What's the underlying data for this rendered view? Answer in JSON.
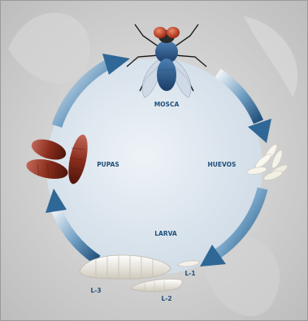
{
  "diagram": {
    "stages": {
      "adult": "MOSCA",
      "eggs": "HUEVOS",
      "larva": "LARVA",
      "pupae": "PUPAS"
    },
    "instars": {
      "first": "L-1",
      "second": "L-2",
      "third": "L-3"
    },
    "colors": {
      "arrow": "#2f6896",
      "label": "#1f4f7a",
      "circle": "#d9e3ec",
      "background": "#c7c7c7",
      "pupa": "#8b2e1d",
      "larva": "#ece9e1"
    }
  }
}
